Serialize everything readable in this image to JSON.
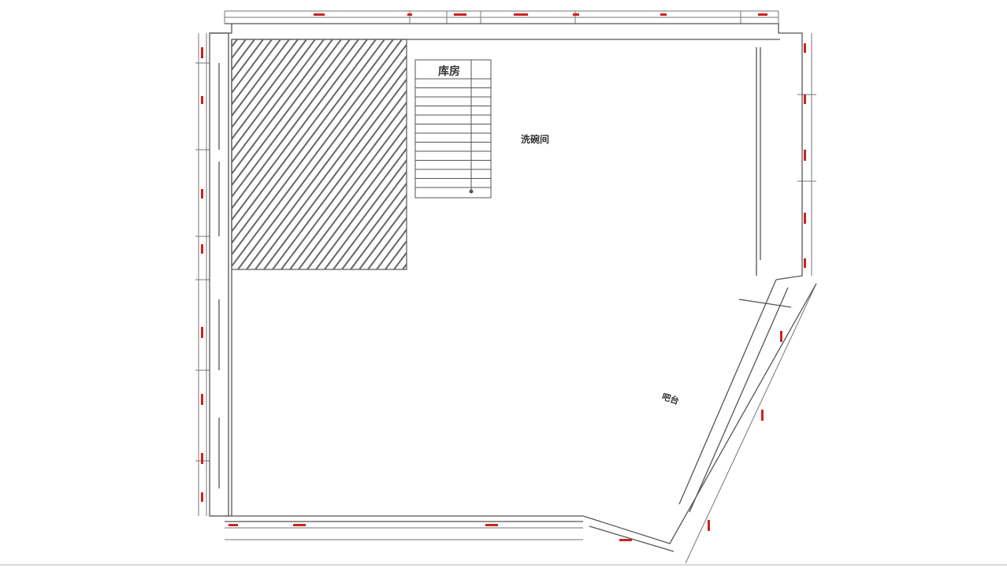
{
  "plan": {
    "labels": {
      "storage_room": "库房",
      "dishwashing_room": "洗碗间",
      "bar_counter": "吧台"
    },
    "colors": {
      "line": "#555555",
      "hatch": "#666666",
      "column": "#111111",
      "dimension_text": "#cc2222",
      "background": "#ffffff"
    },
    "icons": [
      "column-icon",
      "round-table-icon",
      "square-table-icon",
      "door-swing-icon",
      "stair-icon",
      "plant-icon"
    ]
  }
}
